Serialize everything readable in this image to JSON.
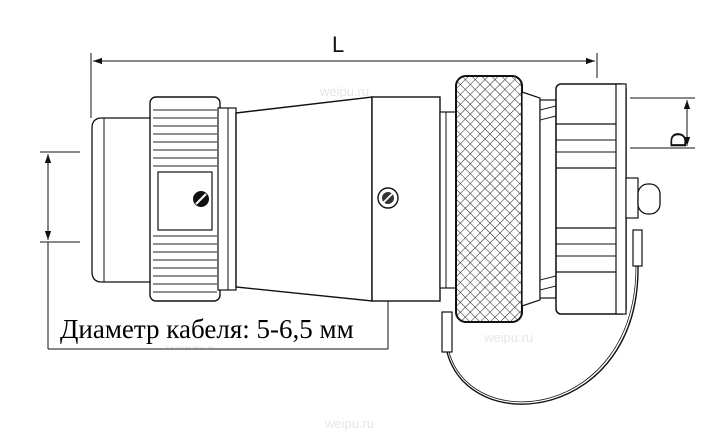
{
  "dimensions": {
    "length_label": "L",
    "diameter_label": "D"
  },
  "caption": "Диаметр кабеля: 5-6,5 мм",
  "watermark": "weipu.ru",
  "colors": {
    "stroke": "#111111",
    "body_fill": "#ffffff",
    "watermark": "#e6e6e6"
  }
}
